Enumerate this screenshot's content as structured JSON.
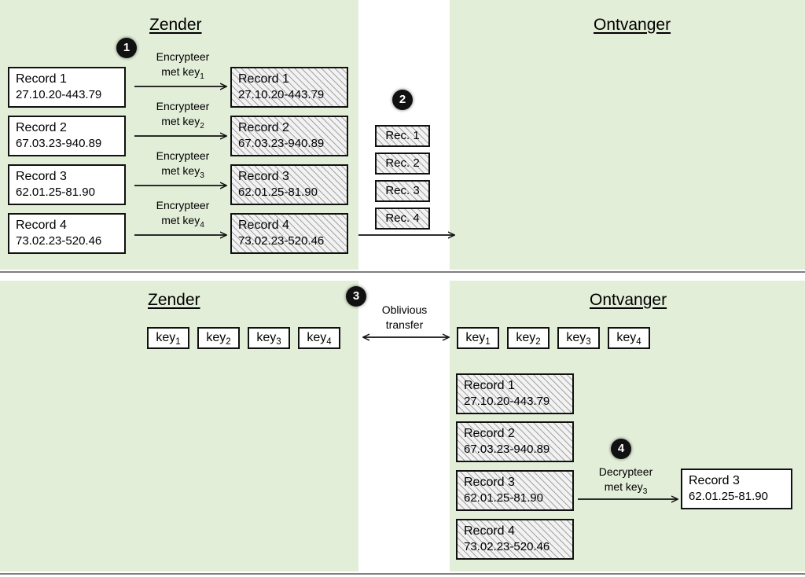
{
  "figure": {
    "title": "Oblivious transfer protocol diagram",
    "colors": {
      "panel_green": "#e3eed9",
      "badge_black": "#111111",
      "divider_gray": "#7f7f7f",
      "box_border": "#111111"
    }
  },
  "headings": {
    "zender_top": "Zender",
    "ontvanger_top": "Ontvanger",
    "zender_bottom": "Zender",
    "ontvanger_bottom": "Ontvanger"
  },
  "steps": {
    "one": "1",
    "two": "2",
    "three": "3",
    "four": "4"
  },
  "plain_records": [
    {
      "name": "Record 1",
      "value": "27.10.20-443.79"
    },
    {
      "name": "Record 2",
      "value": "67.03.23-940.89"
    },
    {
      "name": "Record 3",
      "value": "62.01.25-81.90"
    },
    {
      "name": "Record 4",
      "value": "73.02.23-520.46"
    }
  ],
  "encrypted_records": [
    {
      "name": "Record 1",
      "value": "27.10.20-443.79"
    },
    {
      "name": "Record 2",
      "value": "67.03.23-940.89"
    },
    {
      "name": "Record 3",
      "value": "62.01.25-81.90"
    },
    {
      "name": "Record 4",
      "value": "73.02.23-520.46"
    }
  ],
  "encrypt_labels": [
    {
      "line1": "Encrypteer",
      "line2": "met key",
      "sub": "1"
    },
    {
      "line1": "Encrypteer",
      "line2": "met key",
      "sub": "2"
    },
    {
      "line1": "Encrypteer",
      "line2": "met key",
      "sub": "3"
    },
    {
      "line1": "Encrypteer",
      "line2": "met key",
      "sub": "4"
    }
  ],
  "transit_records": [
    {
      "label": "Rec. 1"
    },
    {
      "label": "Rec. 2"
    },
    {
      "label": "Rec. 3"
    },
    {
      "label": "Rec. 4"
    }
  ],
  "oblivious_transfer": {
    "line1": "Oblivious",
    "line2": "transfer"
  },
  "sender_keys": [
    {
      "label": "key",
      "sub": "1",
      "hidden": false
    },
    {
      "label": "key",
      "sub": "2",
      "hidden": false
    },
    {
      "label": "key",
      "sub": "3",
      "hidden": false
    },
    {
      "label": "key",
      "sub": "4",
      "hidden": false
    }
  ],
  "receiver_keys": [
    {
      "label": "key",
      "sub": "1",
      "hidden": true
    },
    {
      "label": "key",
      "sub": "2",
      "hidden": true
    },
    {
      "label": "key",
      "sub": "3",
      "hidden": false
    },
    {
      "label": "key",
      "sub": "4",
      "hidden": true
    }
  ],
  "receiver_records": [
    {
      "name": "Record 1",
      "value": "27.10.20-443.79"
    },
    {
      "name": "Record 2",
      "value": "67.03.23-940.89"
    },
    {
      "name": "Record 3",
      "value": "62.01.25-81.90"
    },
    {
      "name": "Record 4",
      "value": "73.02.23-520.46"
    }
  ],
  "decrypt_label": {
    "line1": "Decrypteer",
    "line2": "met key",
    "sub": "3"
  },
  "decrypted_record": {
    "name": "Record 3",
    "value": "62.01.25-81.90"
  }
}
